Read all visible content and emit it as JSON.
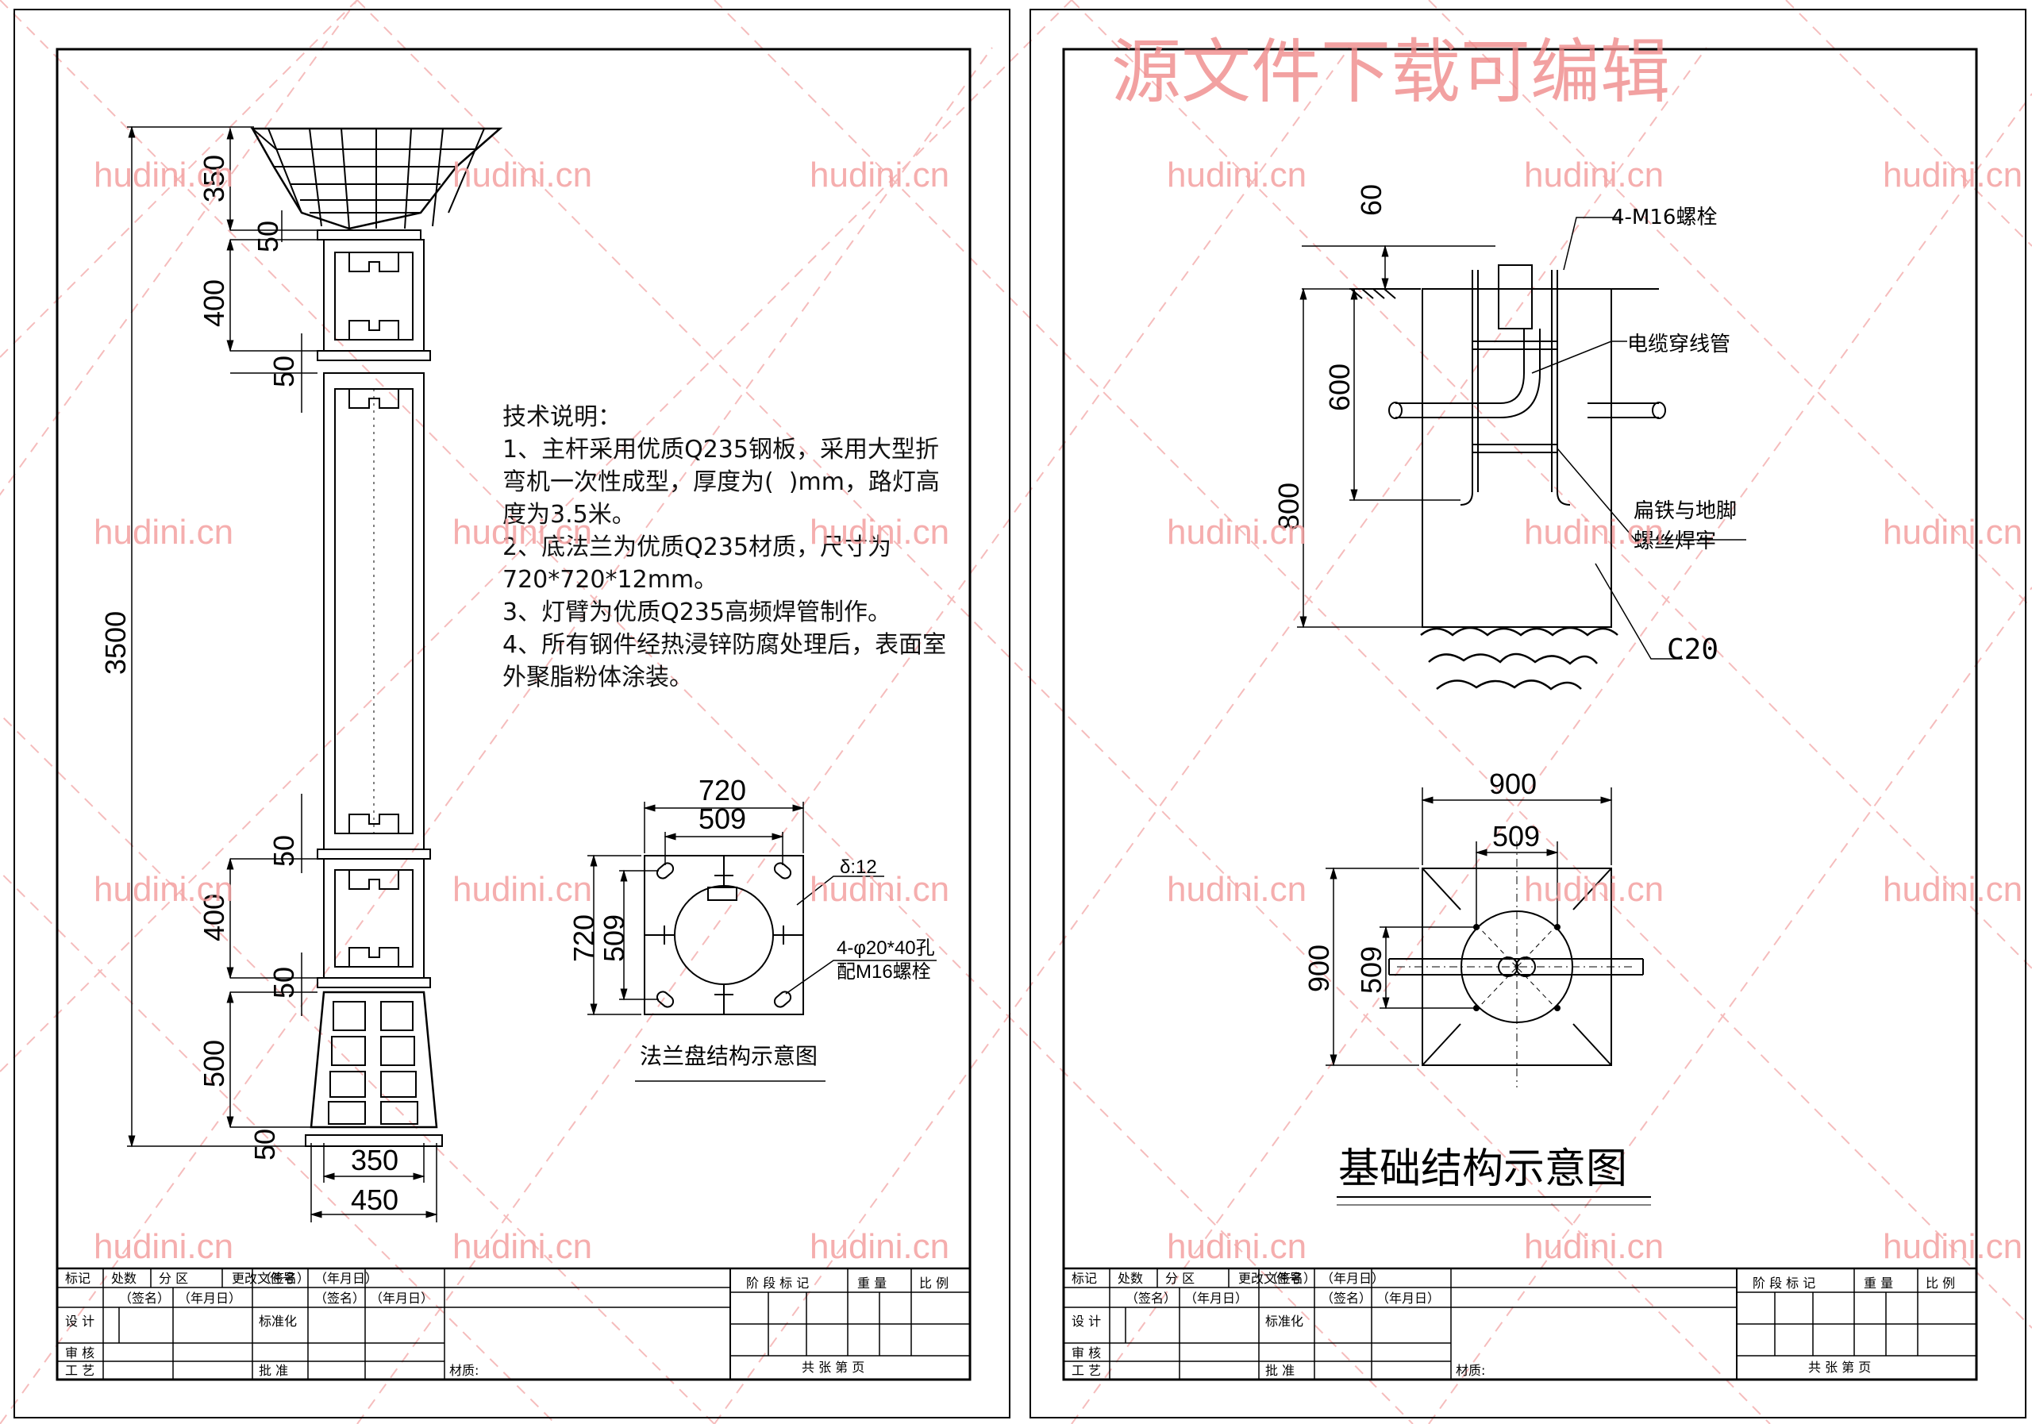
{
  "watermark": {
    "title": "源文件下载可编辑",
    "site": "hudini.cn"
  },
  "left_sheet": {
    "pole_dims": {
      "total_height": "3500",
      "top_lamp": "350",
      "gap_1": "50",
      "upper_box": "400",
      "gap_2": "50",
      "lower_box_gap": "50",
      "lower_box": "400",
      "gap_3": "50",
      "base_section": "500",
      "gap_4": "50",
      "base_inner_width": "350",
      "base_outer_width": "450"
    },
    "tech_notes": {
      "heading": "技术说明：",
      "items": [
        "1、主杆采用优质Q235钢板，采用大型折弯机一次性成型，厚度为(  )mm，路灯高度为3.5米。",
        "2、底法兰为优质Q235材质，尺寸为720*720*12mm。",
        "3、灯臂为优质Q235高频焊管制作。",
        "4、所有钢件经热浸锌防腐处理后，表面室外聚脂粉体涂装。"
      ]
    },
    "flange": {
      "outer_width": "720",
      "bolt_spacing_h": "509",
      "outer_height": "720",
      "bolt_spacing_v": "509",
      "thickness": "δ:12",
      "holes_line1": "4-φ20*40孔",
      "holes_line2": "配M16螺栓",
      "caption": "法兰盘结构示意图"
    }
  },
  "right_sheet": {
    "section": {
      "dim_top": "60",
      "dim_600": "600",
      "dim_800": "800",
      "bolts": "4-M16螺栓",
      "conduit": "电缆穿线管",
      "weld_line1": "扁铁与地脚",
      "weld_line2": "螺丝焊牢",
      "concrete": "C20"
    },
    "plan": {
      "width": "900",
      "bolt_h": "509",
      "height": "900",
      "bolt_v": "509"
    },
    "caption": "基础结构示意图"
  },
  "title_block": {
    "r1": [
      "标记",
      "处数",
      "分 区",
      "更改文件号",
      "（签名）",
      "（年月日）"
    ],
    "r2": [
      "设 计",
      "（签名）",
      "（年月日）",
      "标准化",
      "（签名）",
      "（年月日）"
    ],
    "r3": [
      "审 核"
    ],
    "r4": [
      "工 艺",
      "批 准"
    ],
    "material": "材质:",
    "stage": "阶 段 标 记",
    "weight": "重 量",
    "scale": "比 例",
    "sheets": "共     张     第     页"
  }
}
